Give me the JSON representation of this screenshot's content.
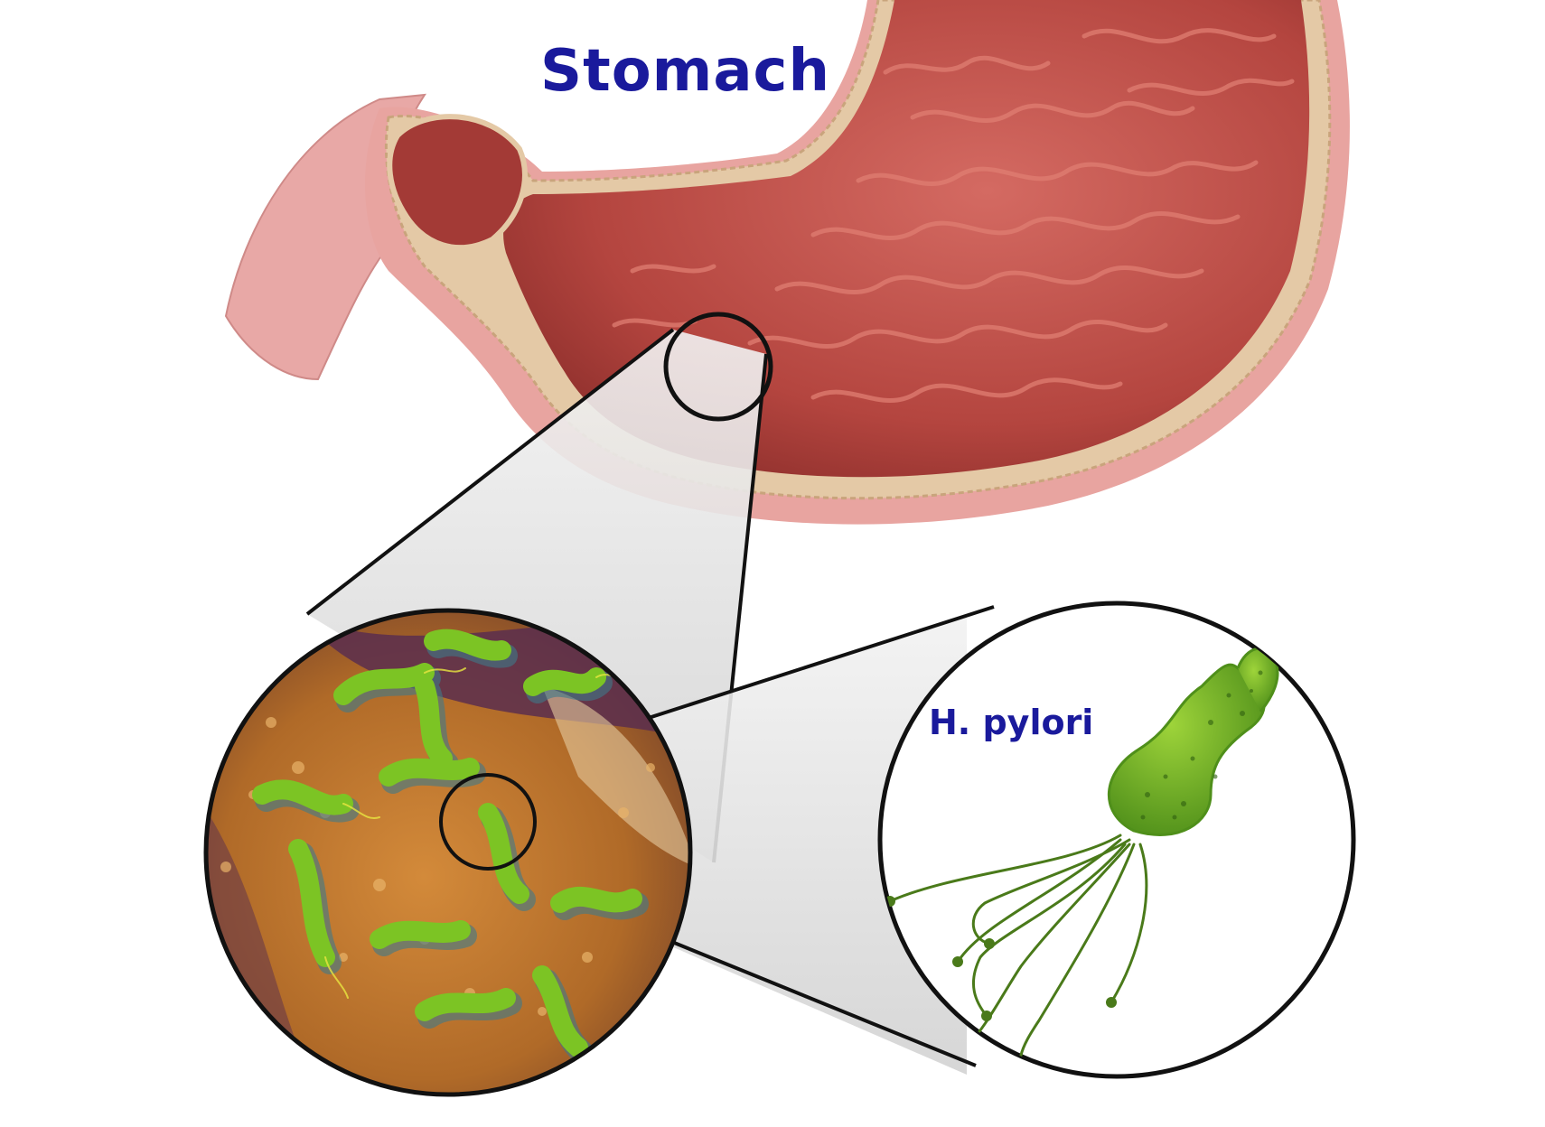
{
  "labels": {
    "stomach": "Stomach",
    "bacterium": "H. pylori"
  },
  "colors": {
    "label_text": "#1a1a9c",
    "stomach_outer": "#e6a4a2",
    "stomach_inner": "#b8403c",
    "stomach_wall": "#e2c8a4",
    "tissue_bg": "#b8732a",
    "tissue_dark": "#5a2e4e",
    "bacteria": "#7cc424",
    "bacteria_shadow": "#3f7a8a",
    "flagella": "#4a7a1a",
    "outline": "#111111",
    "zoom_cone": "#d9d9d9"
  },
  "icons": [
    "stomach-illustration",
    "zoom-callout-circle",
    "microscope-view",
    "bacterium-illustration"
  ]
}
